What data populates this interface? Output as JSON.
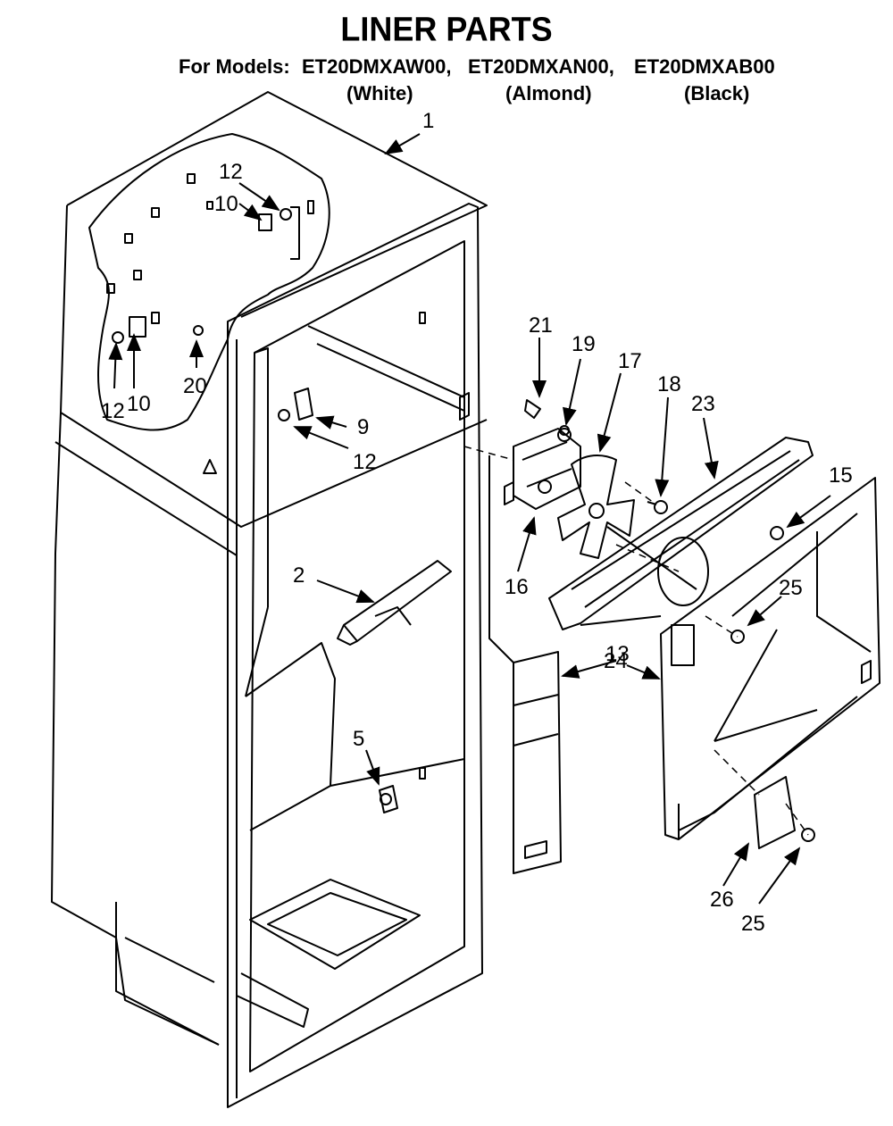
{
  "title": "LINER PARTS",
  "models_label": "For Models:",
  "models": [
    {
      "code": "ET20DMXAW00,",
      "color": "(White)"
    },
    {
      "code": "ET20DMXAN00,",
      "color": "(Almond)"
    },
    {
      "code": "ET20DMXAB00",
      "color": "(Black)"
    }
  ],
  "callouts": [
    "1",
    "12",
    "10",
    "12",
    "10",
    "20",
    "9",
    "12",
    "2",
    "5",
    "21",
    "19",
    "17",
    "18",
    "23",
    "16",
    "15",
    "25",
    "13",
    "24",
    "26",
    "25"
  ]
}
